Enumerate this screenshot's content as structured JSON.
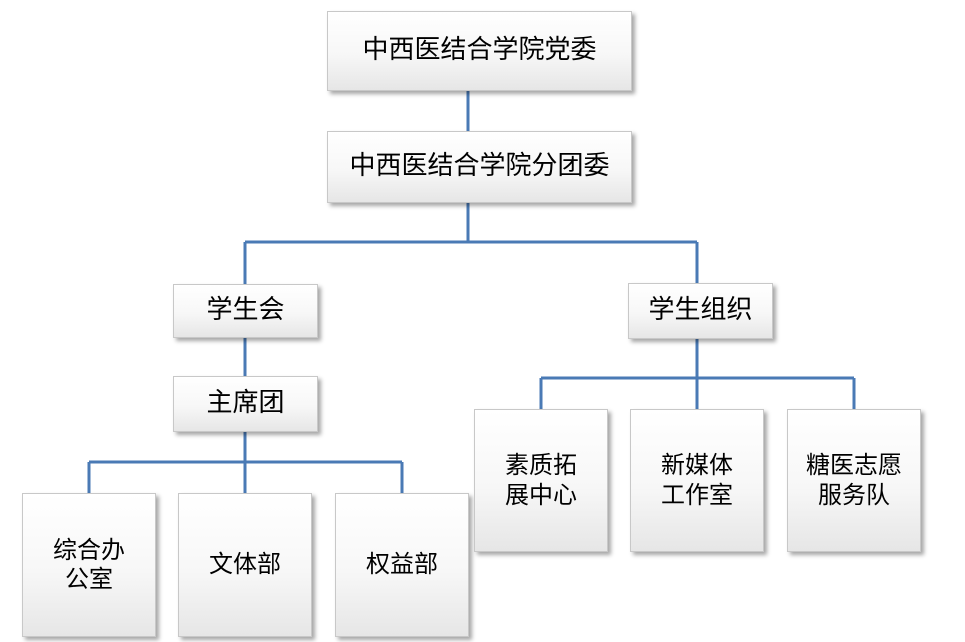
{
  "diagram": {
    "root": {
      "label": "中西医结合学院党委"
    },
    "committee": {
      "label": "中西医结合学院分团委"
    },
    "student_union": {
      "label": "学生会",
      "presidium": {
        "label": "主席团"
      },
      "departments": [
        {
          "label": "综合办\n公室"
        },
        {
          "label": "文体部"
        },
        {
          "label": "权益部"
        }
      ]
    },
    "student_orgs": {
      "label": "学生组织",
      "units": [
        {
          "label": "素质拓\n展中心"
        },
        {
          "label": "新媒体\n工作室"
        },
        {
          "label": "糖医志愿\n服务队"
        }
      ]
    }
  },
  "colors": {
    "connector": "#4a7ab5",
    "box_top": "#ffffff",
    "box_bottom": "#e6e6e6",
    "box_border": "#c8c8c8"
  }
}
